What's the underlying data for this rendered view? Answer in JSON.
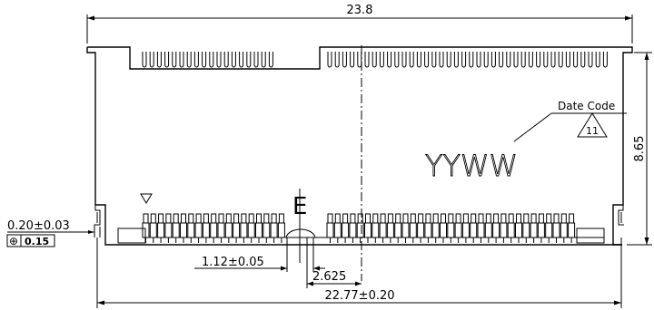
{
  "dimensions": {
    "overall_width": "23.8",
    "height": "8.65",
    "pin_width_tol": "0.20±0.03",
    "position_tol": "0.15",
    "pitch_offset": "1.12±0.05",
    "key_offset": "2.625",
    "pad_span": "22.77±0.20"
  },
  "labels": {
    "date_code": "Date Code",
    "date_code_ref": "11",
    "date_format": "YYWW",
    "key_letter": "E"
  },
  "symbols": {
    "position_symbol": "⊕"
  }
}
